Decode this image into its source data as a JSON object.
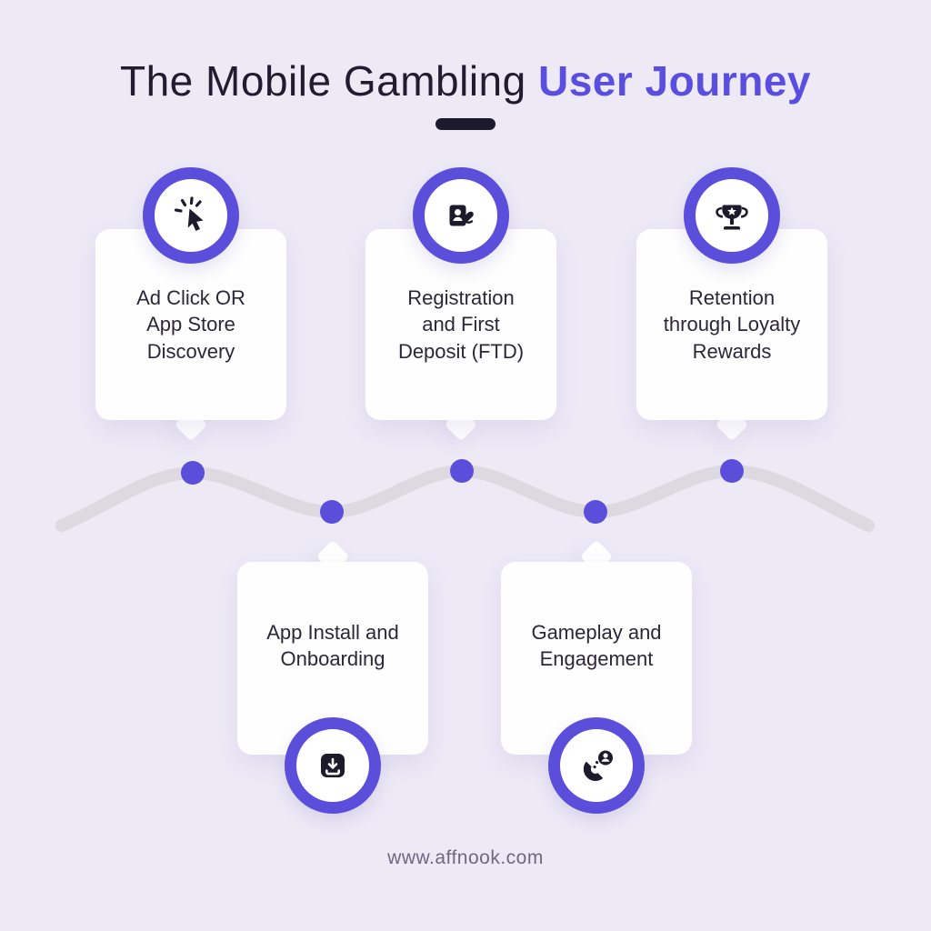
{
  "title": {
    "regular": "The Mobile Gambling",
    "highlight": "User Journey"
  },
  "steps": [
    {
      "label": "Ad Click OR App Store Discovery",
      "icon": "cursor-click-icon",
      "position": "top"
    },
    {
      "label": "App Install and Onboarding",
      "icon": "app-download-icon",
      "position": "bottom"
    },
    {
      "label": "Registration and First Deposit (FTD)",
      "icon": "registration-deposit-icon",
      "position": "top"
    },
    {
      "label": "Gameplay and Engagement",
      "icon": "magnet-user-icon",
      "position": "bottom"
    },
    {
      "label": "Retention through Loyalty Rewards",
      "icon": "trophy-star-icon",
      "position": "top"
    }
  ],
  "footer": {
    "url": "www.affnook.com"
  },
  "colors": {
    "background": "#edeaf6",
    "accent_purple": "#5a4ee0",
    "dark": "#1d1a2b",
    "card": "#fefefe",
    "timeline_gray": "#dcd9e1",
    "footer_text": "#6e6880"
  }
}
